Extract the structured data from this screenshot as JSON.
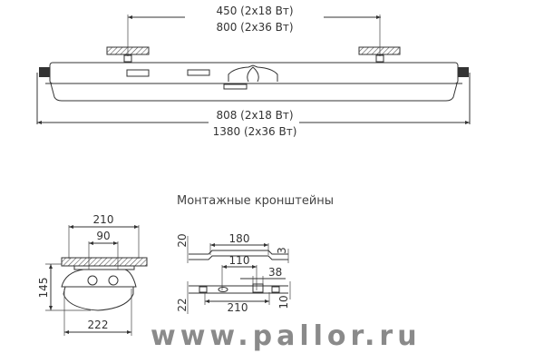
{
  "front_view": {
    "bracket_spacing": [
      "450 (2x18 Вт)",
      "800 (2x36 Вт)"
    ],
    "overall_length": [
      "808 (2x18 Вт)",
      "1380 (2x36 Вт)"
    ]
  },
  "side_view": {
    "plate_width": "210",
    "bracket_spacing": "90",
    "height": "145",
    "body_width": "222"
  },
  "brackets": {
    "title": "Монтажные кронштейны",
    "dims": {
      "height_top": "20",
      "length_top": "180",
      "thickness": "3",
      "slot_spacing": "110",
      "slot_width": "38",
      "length_bottom": "210",
      "height_bottom": "22",
      "offset": "10"
    }
  },
  "watermark": "www.pallor.ru"
}
